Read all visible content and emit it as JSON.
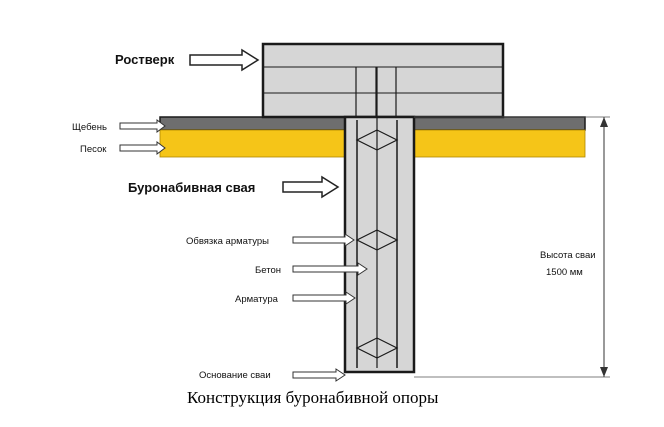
{
  "labels": {
    "rostverk": "Ростверк",
    "sheben": "Щебень",
    "pesok": "Песок",
    "svaya": "Буронабивная свая",
    "obvyazka": "Обвязка арматуры",
    "beton": "Бетон",
    "armatura": "Арматура",
    "osnovanie": "Основание сваи",
    "height_line1": "Высота сваи",
    "height_line2": "1500 мм"
  },
  "caption": "Конструкция буронабивной опоры",
  "colors": {
    "concrete": "#d6d6d6",
    "gravel": "#6e6e6e",
    "sand": "#f5c518",
    "outline": "#1a1a1a"
  }
}
